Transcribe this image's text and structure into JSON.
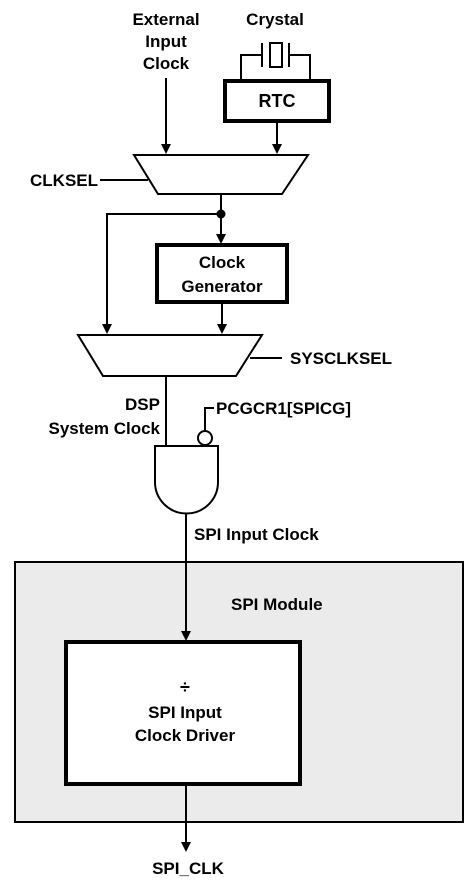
{
  "labels": {
    "external_input_line1": "External",
    "external_input_line2": "Input",
    "external_input_line3": "Clock",
    "crystal": "Crystal",
    "rtc": "RTC",
    "clksel": "CLKSEL",
    "clock_generator_line1": "Clock",
    "clock_generator_line2": "Generator",
    "sysclksel": "SYSCLKSEL",
    "dsp_system_clock_line1": "DSP",
    "dsp_system_clock_line2": "System Clock",
    "pcgcr1": "PCGCR1[SPICG]",
    "spi_input_clock": "SPI Input Clock",
    "spi_module": "SPI Module",
    "divider_symbol": "÷",
    "driver_line1": "SPI Input",
    "driver_line2": "Clock Driver",
    "spi_clk": "SPI_CLK"
  },
  "colors": {
    "module_fill": "#ebebeb",
    "line": "#000000",
    "box_fill": "#ffffff"
  }
}
